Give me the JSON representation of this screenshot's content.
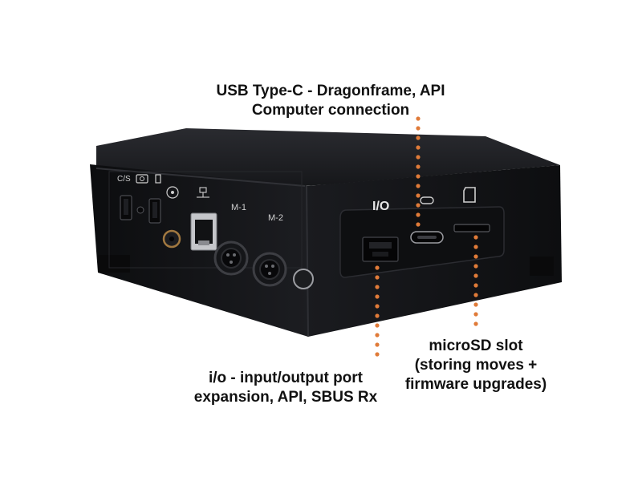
{
  "callouts": {
    "usb": {
      "line1": "USB Type-C - Dragonframe, API",
      "line2": "Computer connection"
    },
    "microsd": {
      "line1": "microSD slot",
      "line2": "(storing moves +",
      "line3": "firmware upgrades)"
    },
    "io": {
      "line1": "i/o - input/output port",
      "line2": "expansion, API, SBUS Rx"
    }
  },
  "device_labels": {
    "io_port": "I/O",
    "cs": "C/S",
    "motor1": "M-1",
    "motor2": "M-2"
  },
  "colors": {
    "device_body": "#141518",
    "device_top": "#1d1e22",
    "leader_dots": "#e07b39",
    "text": "#111111"
  },
  "icons": [
    "camera-icon",
    "ethernet-icon",
    "wheel-icon",
    "sd-card-icon",
    "usb-c-icon"
  ]
}
